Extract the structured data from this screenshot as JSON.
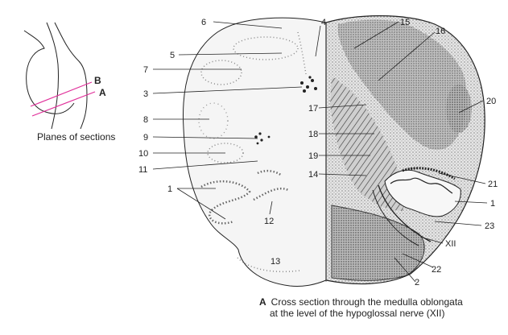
{
  "inset": {
    "plane_b": "B",
    "plane_a": "A",
    "caption": "Planes of sections"
  },
  "labels": {
    "l1_left": "1",
    "l1_right": "1",
    "l2": "2",
    "l3": "3",
    "l4": "4",
    "l5": "5",
    "l6": "6",
    "l7": "7",
    "l8": "8",
    "l9": "9",
    "l10": "10",
    "l11": "11",
    "l12": "12",
    "l13": "13",
    "l14": "14",
    "l15": "15",
    "l16": "16",
    "l17": "17",
    "l18": "18",
    "l19": "19",
    "l20": "20",
    "l21": "21",
    "l22": "22",
    "l23": "23",
    "xii": "XII"
  },
  "caption": {
    "figure_letter": "A",
    "line1": "Cross section through the medulla oblongata",
    "line2": "at the level of the hypoglossal nerve (XII)"
  },
  "colors": {
    "plane_lines": "#e0309a",
    "ink": "#222222",
    "section_fill": "#f4f4f4",
    "stained_fill": "#9a9a9a"
  }
}
